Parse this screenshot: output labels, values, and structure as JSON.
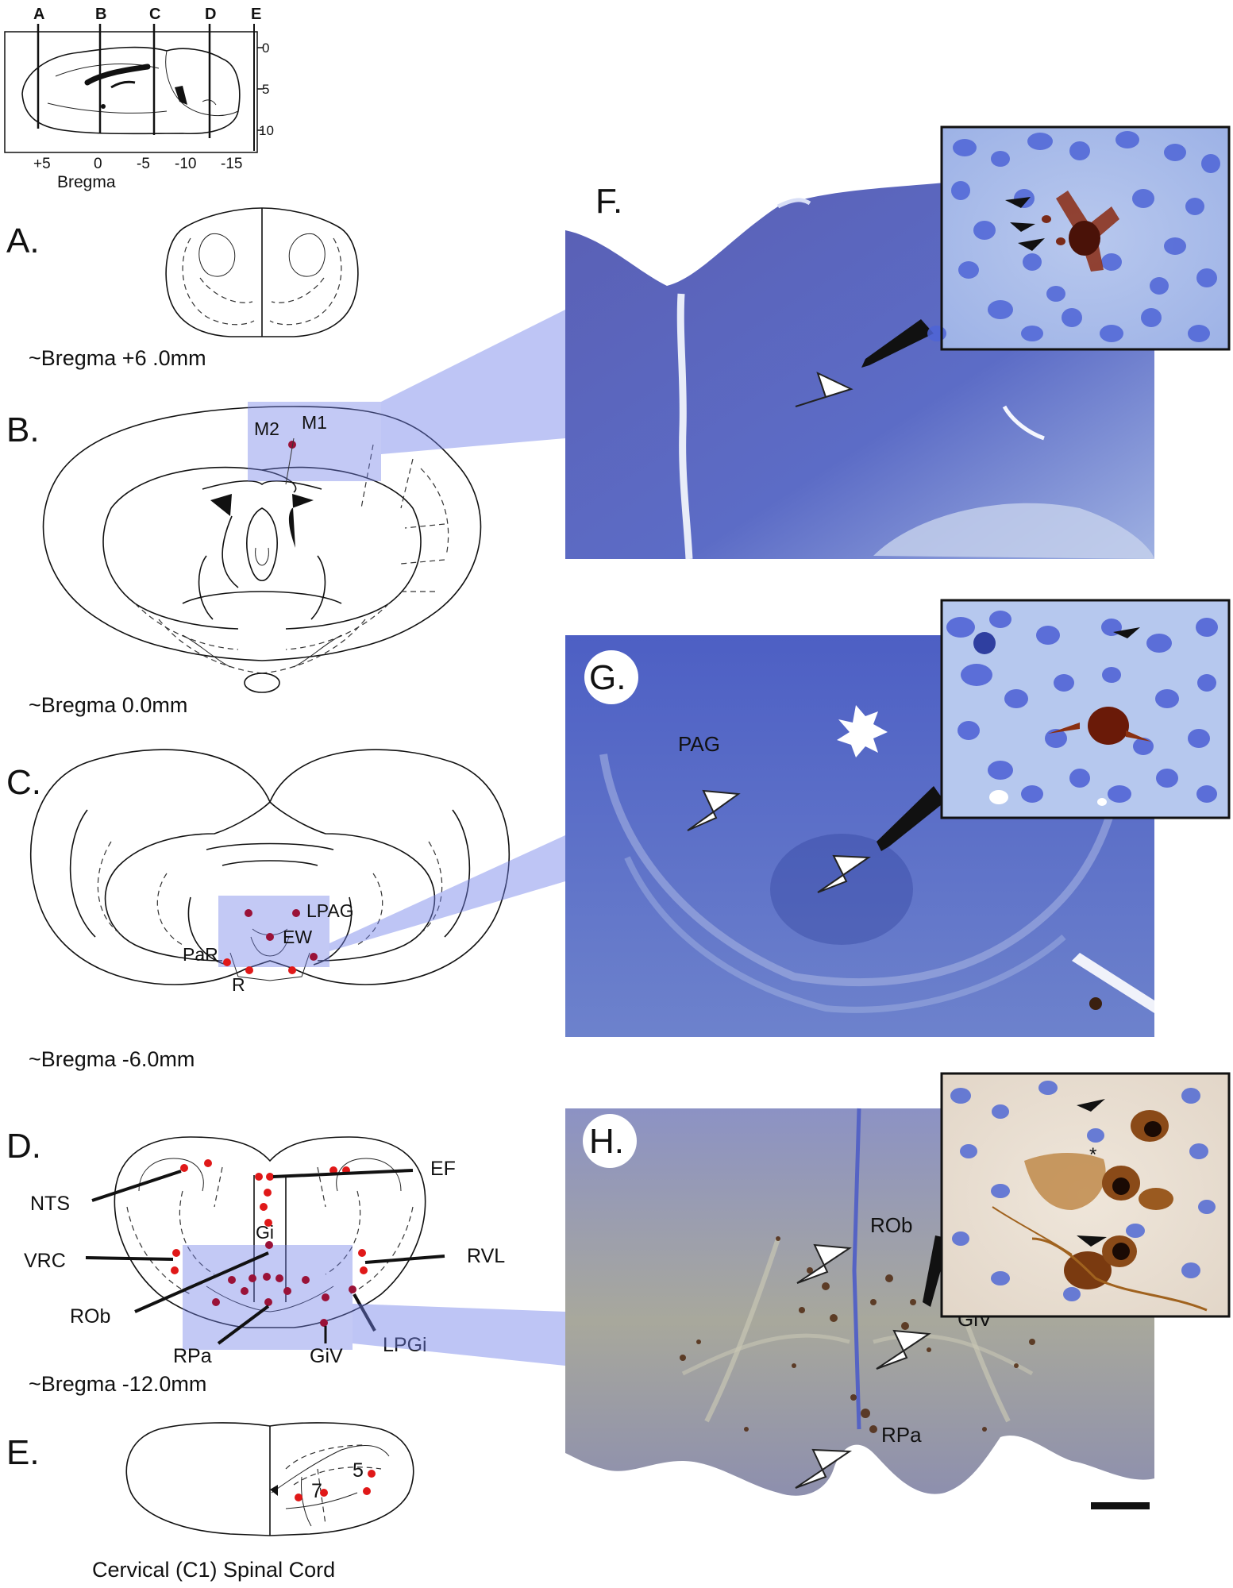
{
  "overview": {
    "top_ticks": [
      "A",
      "B",
      "C",
      "D",
      "E"
    ],
    "depth_ticks": [
      "0",
      "5",
      "10"
    ],
    "bregma_ticks": [
      "+5",
      "0",
      "-5",
      "-10",
      "-15"
    ],
    "axis_label": "Bregma"
  },
  "panels": {
    "a": {
      "letter": "A.",
      "caption": "~Bregma +6 .0mm"
    },
    "b": {
      "letter": "B.",
      "caption": "~Bregma 0.0mm",
      "labels": [
        "M2",
        "M1"
      ]
    },
    "c": {
      "letter": "C.",
      "caption": "~Bregma -6.0mm",
      "labels": [
        "LPAG",
        "EW",
        "PaR",
        "R"
      ]
    },
    "d": {
      "letter": "D.",
      "caption": "~Bregma -12.0mm",
      "labels": [
        "NTS",
        "EF",
        "Gi",
        "VRC",
        "RVL",
        "ROb",
        "RPa",
        "GiV",
        "LPGi"
      ]
    },
    "e": {
      "letter": "E.",
      "caption": "Cervical (C1) Spinal Cord",
      "labels": [
        "5",
        "7"
      ]
    }
  },
  "micrographs": {
    "f": {
      "letter": "F."
    },
    "g": {
      "letter": "G.",
      "labels": [
        "PAG"
      ]
    },
    "h": {
      "letter": "H.",
      "labels": [
        "ROb",
        "GiV",
        "RPa"
      ]
    }
  },
  "colors": {
    "highlight": "#6f7fe8",
    "label_dot_red": "#e01818",
    "label_dot_maroon": "#9a1238",
    "nissl_blue": "#5566c4",
    "dab_brown": "#7a3a10"
  }
}
